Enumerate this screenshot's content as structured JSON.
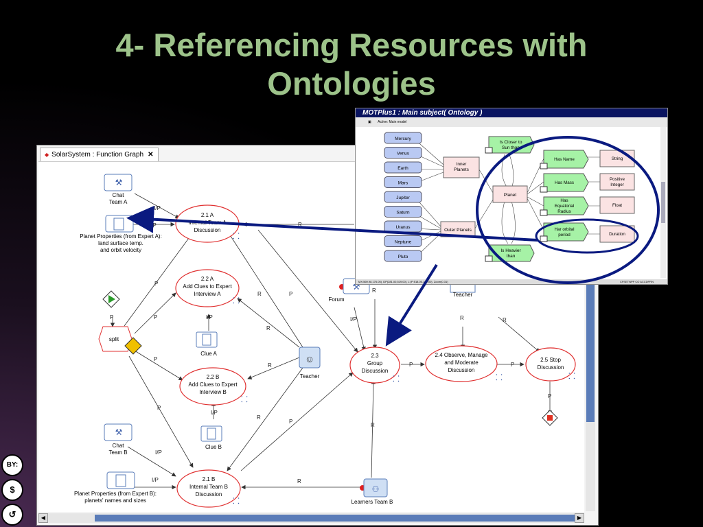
{
  "slide": {
    "title_line1": "4- Referencing Resources with",
    "title_line2": "Ontologies"
  },
  "function_graph": {
    "tab_label": "SolarSystem : Function Graph",
    "close_glyph": "✕",
    "tools": {
      "chat_a": [
        "Chat",
        "Team A"
      ],
      "chat_b": [
        "Chat",
        "Team B"
      ],
      "forum": "Forum"
    },
    "resources": {
      "planet_a": [
        "Planet Properties (from Expert A):",
        "land surface temp.",
        "and orbit velocity"
      ],
      "planet_b": [
        "Planet Properties (from Expert B):",
        "planets' names and sizes"
      ],
      "clue_a": "Clue A",
      "clue_b": "Clue B"
    },
    "actors": {
      "teacher": "Teacher",
      "teacher2": "Teacher",
      "learners_b": "Learners Team B"
    },
    "split": "split",
    "functions": {
      "f21a": [
        "2.1 A",
        "Internal Team A",
        "Discussion"
      ],
      "f22a": [
        "2.2 A",
        "Add Clues to Expert",
        "Interview A"
      ],
      "f22b": [
        "2.2 B",
        "Add Clues to Expert",
        "Interview B"
      ],
      "f21b": [
        "2.1 B",
        "Internal Team B",
        "Discussion"
      ],
      "f23": [
        "2.3",
        "Group",
        "Discussion"
      ],
      "f24": [
        "2.4 Observe, Manage",
        "and Moderate",
        "Discussion"
      ],
      "f25": [
        "2.5 Stop",
        "Discussion"
      ]
    },
    "link_labels": {
      "ip": "I/P",
      "p": "P",
      "r": "R"
    }
  },
  "motplus": {
    "title": "MOTPlus1 : Main subject( Ontology )",
    "toolbar_text": "Active: Main model",
    "status_left": "MX:569.98,176.05), DP(281.00,519.00), L:(P:518.00,160.00), Zoom(0.31)",
    "status_right": "CFSETNPP   CO   ACCDPRN",
    "planets": [
      "Mercury",
      "Venus",
      "Earth",
      "Mars",
      "Jupiter",
      "Saturn",
      "Uranus",
      "Neptune",
      "Pluto"
    ],
    "inner": [
      "Inner",
      "Planets"
    ],
    "outer": "Outer Planets",
    "planet": "Planet",
    "closer": [
      "Is Closer to",
      "Sun than"
    ],
    "heavier": [
      "Is Heavier",
      "than"
    ],
    "props": [
      [
        "Has Name"
      ],
      [
        "Has Mass"
      ],
      [
        "Has",
        "Equatorial",
        "Radius"
      ],
      [
        "Har orbital",
        "period"
      ]
    ],
    "types": [
      [
        "String"
      ],
      [
        "Positive",
        "Integer"
      ],
      [
        "Float"
      ],
      [
        "Duration"
      ]
    ]
  },
  "cc_badges": [
    "BY:",
    "$",
    "↺"
  ]
}
